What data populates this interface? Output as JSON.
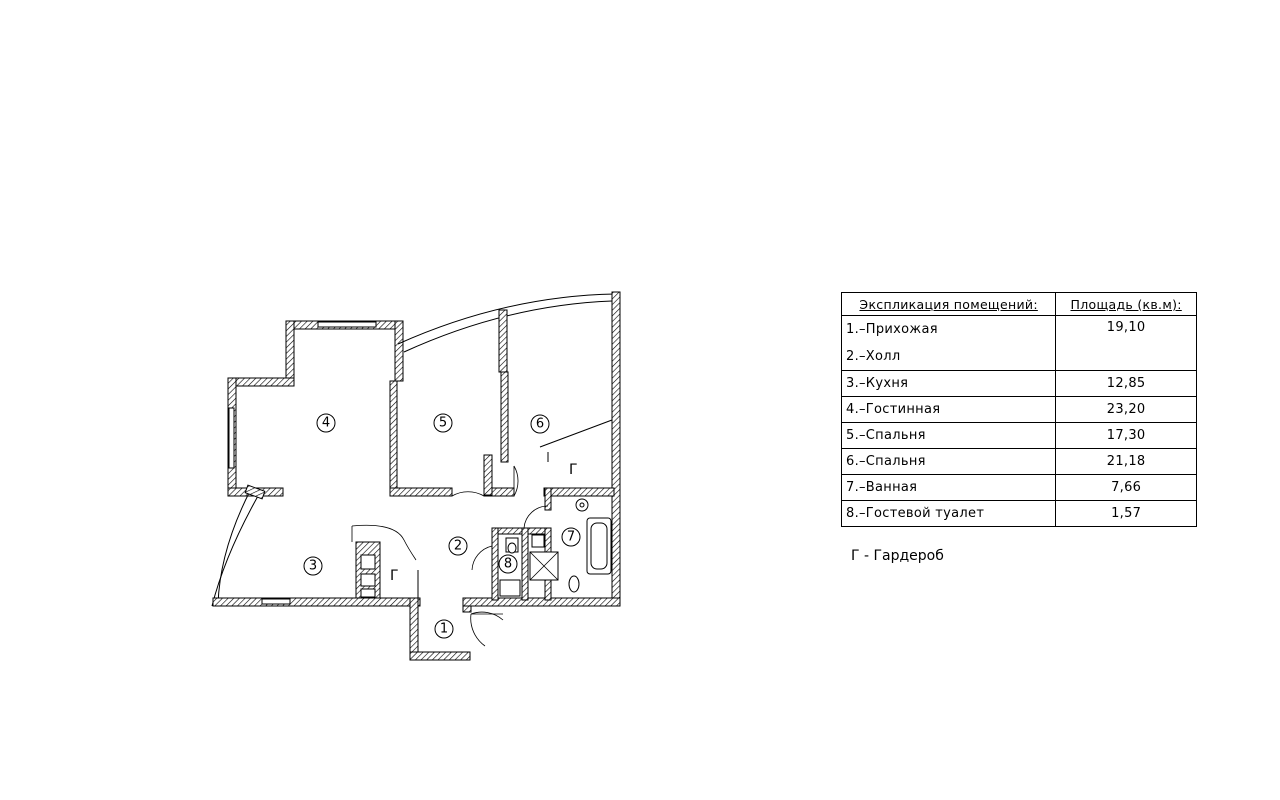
{
  "rooms": [
    {
      "number": "1",
      "name": "Прихожая"
    },
    {
      "number": "2",
      "name": "Холл"
    },
    {
      "number": "3",
      "name": "Кухня"
    },
    {
      "number": "4",
      "name": "Гостинная"
    },
    {
      "number": "5",
      "name": "Спальня"
    },
    {
      "number": "6",
      "name": "Спальня"
    },
    {
      "number": "7",
      "name": "Ванная"
    },
    {
      "number": "8",
      "name": "Гостевой туалет"
    }
  ],
  "wardrobe_mark": "Г",
  "table": {
    "header_name": "Экспликация помещений:",
    "header_area": "Площадь (кв.м):",
    "rows": [
      {
        "label": "1.–Прихожая",
        "label2": "2.–Холл",
        "area": "19,10"
      },
      {
        "label": "3.–Кухня",
        "area": "12,85"
      },
      {
        "label": "4.–Гостинная",
        "area": "23,20"
      },
      {
        "label": "5.–Спальня",
        "area": "17,30"
      },
      {
        "label": "6.–Спальня",
        "area": "21,18"
      },
      {
        "label": "7.–Ванная",
        "area": "7,66"
      },
      {
        "label": "8.–Гостевой туалет",
        "area": "1,57"
      }
    ]
  },
  "legend": "Г - Гардероб"
}
